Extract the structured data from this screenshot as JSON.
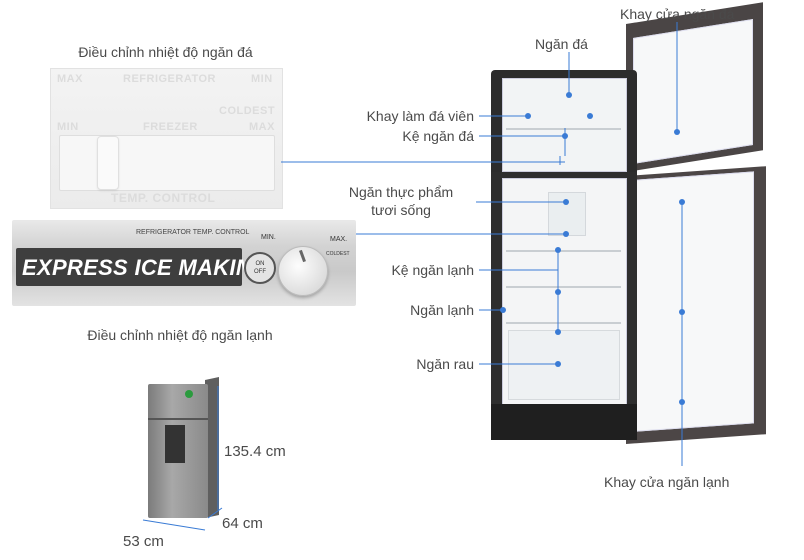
{
  "labels": {
    "freezer_temp_control": "Điều chỉnh nhiệt độ ngăn đá",
    "fridge_temp_control": "Điều chỉnh nhiệt độ ngăn lạnh",
    "freezer": "Ngăn đá",
    "freezer_door_tray": "Khay cửa ngăn đá",
    "ice_cube_tray": "Khay làm đá viên",
    "freezer_shelf": "Kệ ngăn đá",
    "fresh_food_line1": "Ngăn thực phẩm",
    "fresh_food_line2": "tươi sống",
    "fridge_shelf": "Kệ ngăn lạnh",
    "fridge": "Ngăn lạnh",
    "vegetable_drawer": "Ngăn rau",
    "fridge_door_tray": "Khay cửa ngăn lạnh"
  },
  "freezer_panel": {
    "max": "MAX",
    "refrigerator": "REFRIGERATOR",
    "min_top": "MIN",
    "coldest": "COLDEST",
    "min_bottom": "MIN",
    "freezer": "FREEZER",
    "max_bottom": "MAX",
    "temp_control": "TEMP. CONTROL"
  },
  "fridge_panel": {
    "express": "EXPRESS ICE MAKING",
    "temp_label": "REFRIGERATOR TEMP. CONTROL",
    "min": "MIN.",
    "max": "MAX.",
    "coldest": "COLDEST",
    "on": "ON",
    "off": "OFF"
  },
  "dimensions": {
    "height": "135.4 cm",
    "width": "53 cm",
    "depth": "64 cm"
  },
  "colors": {
    "callout_line": "#3a7bd5",
    "fridge_body": "#2c2c2c"
  }
}
